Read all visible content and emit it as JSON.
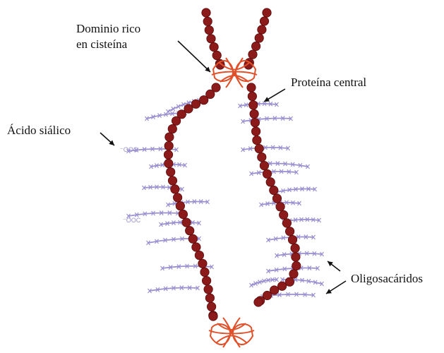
{
  "labels": {
    "cysteine_domain_line1": "Dominio rico",
    "cysteine_domain_line2": "en cisteína",
    "core_protein": "Proteína central",
    "sialic_acid": "Ácido siálico",
    "oligosaccharides": "Oligosacáridos"
  },
  "carboxyl_label": "⁻OOC",
  "colors": {
    "protein_bead": "#8b1a1a",
    "protein_bead_edge": "#5a0c0c",
    "cysteine_knot": "#e0502a",
    "oligosaccharide": "#9b8fd0",
    "arrow": "#111111",
    "text": "#111111"
  }
}
